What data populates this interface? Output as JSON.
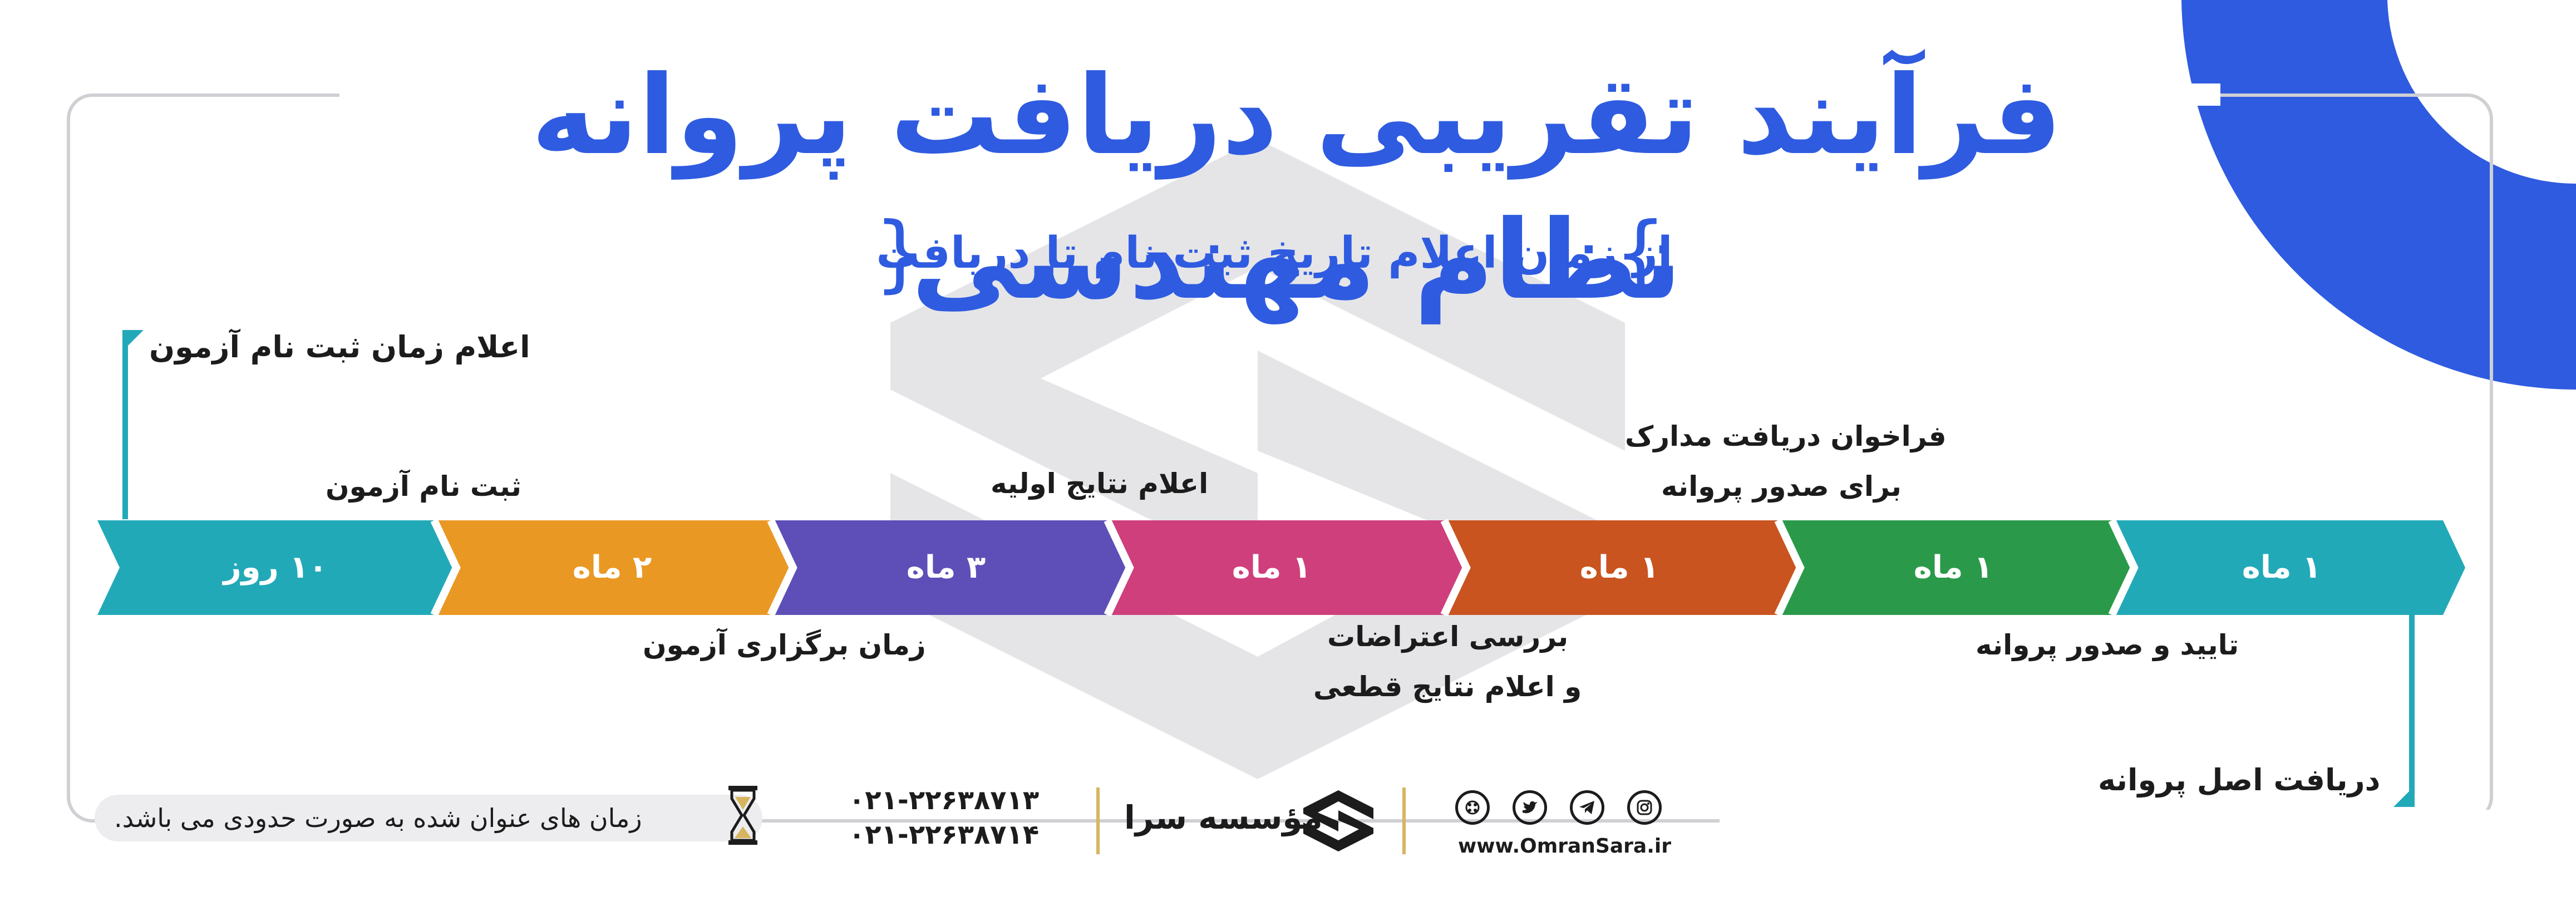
{
  "title": "فرآیند تقریبی دریافت پروانه نظام مهندسی",
  "subtitle": "از زمان اعلام تاریخ ثبت نام تا دریافت",
  "colors": {
    "primary_blue": "#2f5be0",
    "teal": "#22a9b8",
    "orange": "#ea9824",
    "purple": "#5d4fb7",
    "pink": "#cf3f7c",
    "rust": "#c9541f",
    "green": "#2a9a4a",
    "gold": "#d7b560"
  },
  "timeline": {
    "segments": [
      {
        "label": "۱ ماه",
        "color": "#22a9b8"
      },
      {
        "label": "۱ ماه",
        "color": "#2a9a4a"
      },
      {
        "label": "۱ ماه",
        "color": "#c9541f"
      },
      {
        "label": "۱ ماه",
        "color": "#cf3f7c"
      },
      {
        "label": "۳ ماه",
        "color": "#5d4fb7"
      },
      {
        "label": "۲ ماه",
        "color": "#ea9824"
      },
      {
        "label": "۱۰ روز",
        "color": "#22a9b8"
      }
    ],
    "milestones": {
      "announce_registration": "اعلام زمان ثبت نام  آزمون",
      "exam_registration": "ثبت نام آزمون",
      "exam_date": "زمان برگزاری آزمون",
      "initial_results": "اعلام نتایج اولیه",
      "objections_line1": "بررسی اعتراضات",
      "objections_line2": "و اعلام نتایج قطعی",
      "documents_call_line1": "فراخوان دریافت مدارک",
      "documents_call_line2": "برای صدور پروانه",
      "approval": "تایید و صدور پروانه",
      "receive_license": "دریافت اصل پروانه"
    }
  },
  "footer": {
    "note": "زمان های عنوان شده به صورت حدودی می باشد.",
    "phone1": "۰۲۱-۲۲۶۳۸۷۱۳",
    "phone2": "۰۲۱-۲۲۶۳۸۷۱۴",
    "brand": "مؤسسه سرا",
    "website": "www.OmranSara.ir",
    "social_icons": [
      "instagram-icon",
      "telegram-icon",
      "twitter-icon",
      "aparat-icon"
    ]
  }
}
